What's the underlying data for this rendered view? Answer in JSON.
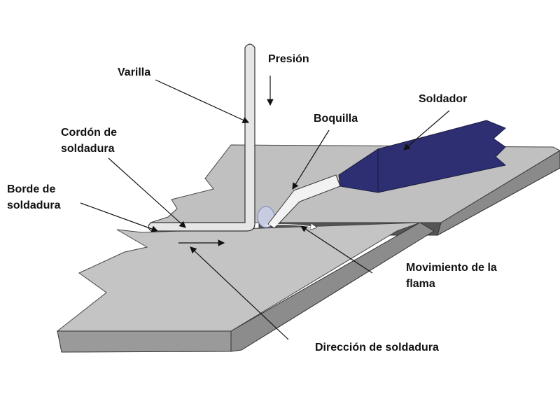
{
  "labels": {
    "presion": "Presión",
    "varilla": "Varilla",
    "soldador": "Soldador",
    "boquilla": "Boquilla",
    "cordon_line1": "Cordón de",
    "cordon_line2": "soldadura",
    "borde_line1": "Borde de",
    "borde_line2": "soldadura",
    "movimiento_line1": "Movimiento de la",
    "movimiento_line2": "flama",
    "direccion": "Dirección de soldadura"
  },
  "colors": {
    "plate_top": "#c0c0c0",
    "plate_side": "#8a8a8a",
    "plate_front": "#9a9a9a",
    "torch": "#2e2e72",
    "rod": "#e6e6e6"
  }
}
